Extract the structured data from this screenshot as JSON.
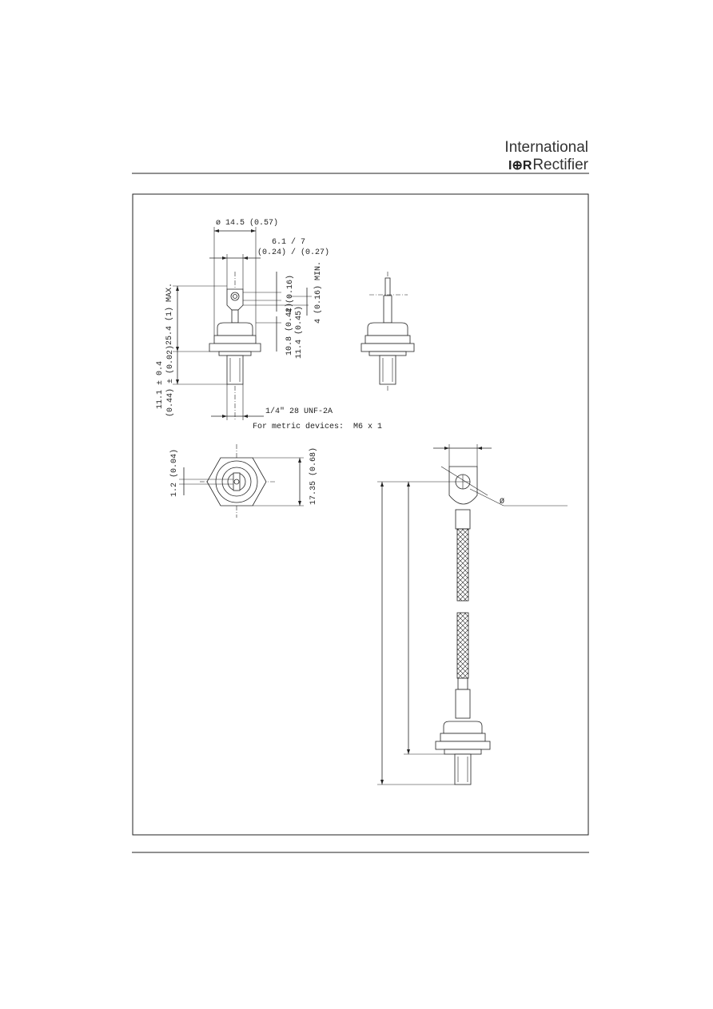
{
  "header": {
    "brand_line1": "International",
    "brand_logo": "I⊕R",
    "brand_line2": "Rectifier"
  },
  "dims": {
    "diameter": "ø 14.5 (0.57)",
    "lug_width_mm": "6.1 / 7",
    "lug_width_in": "(0.24) / (0.27)",
    "hole_dia": "(0.16)",
    "hole_pos": "4",
    "min_4": "4 (0.16) MIN.",
    "max_len": "25.4 (1) MAX.",
    "body_h1": "10.8 (0.42)",
    "body_h2": "11.4 (0.45)",
    "stud_len": "11.1 ± 0.4",
    "stud_len_in": "(0.44) ± (0.02)",
    "thread": "1/4\" 28 UNF-2A",
    "metric_label": "For metric devices:",
    "metric_value": "M6 x 1",
    "hex_small": "1.2 (0.04)",
    "hex_width": "17.35 (0.68)",
    "phi": "Ø"
  }
}
